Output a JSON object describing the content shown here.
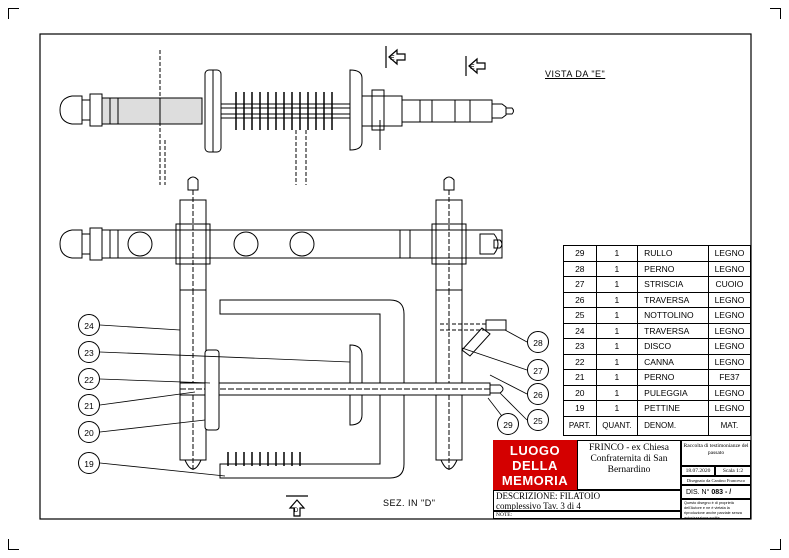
{
  "views": {
    "top_label": "VISTA DA \"E\"",
    "section_label": "SEZ. IN \"D\""
  },
  "callouts": [
    "24",
    "23",
    "22",
    "21",
    "20",
    "19",
    "28",
    "27",
    "26",
    "25",
    "29"
  ],
  "parts_table": {
    "rows": [
      {
        "part": "29",
        "qty": "1",
        "name": "RULLO",
        "material": "LEGNO"
      },
      {
        "part": "28",
        "qty": "1",
        "name": "PERNO",
        "material": "LEGNO"
      },
      {
        "part": "27",
        "qty": "1",
        "name": "STRISCIA",
        "material": "CUOIO"
      },
      {
        "part": "26",
        "qty": "1",
        "name": "TRAVERSA",
        "material": "LEGNO"
      },
      {
        "part": "25",
        "qty": "1",
        "name": "NOTTOLINO",
        "material": "LEGNO"
      },
      {
        "part": "24",
        "qty": "1",
        "name": "TRAVERSA",
        "material": "LEGNO"
      },
      {
        "part": "23",
        "qty": "1",
        "name": "DISCO",
        "material": "LEGNO"
      },
      {
        "part": "22",
        "qty": "1",
        "name": "CANNA",
        "material": "LEGNO"
      },
      {
        "part": "21",
        "qty": "1",
        "name": "PERNO",
        "material": "FE37"
      },
      {
        "part": "20",
        "qty": "1",
        "name": "PULEGGIA",
        "material": "LEGNO"
      },
      {
        "part": "19",
        "qty": "1",
        "name": "PETTINE",
        "material": "LEGNO"
      }
    ],
    "header": {
      "part": "PART.",
      "qty": "QUANT.",
      "name": "DENOM.",
      "material": "MAT."
    }
  },
  "title_block": {
    "logo_lines": [
      "LUOGO",
      "DELLA",
      "MEMORIA"
    ],
    "location": "FRINCO - ex Chiesa Confraternita di San Bernardino",
    "collection": "Raccolta di testimonianze del passato",
    "date": "18.07.2020",
    "scale": "Scala 1:2",
    "author": "Disegnato da Cantino Francesco",
    "dis_no_label": "DIS. N°",
    "dis_no": "083 - /",
    "description": "DESCRIZIONE: FILATOIO",
    "description2": "complessivo  Tav. 3 di 4",
    "note_label": "NOTE:",
    "legal": "Questo disegno è di proprietà dell'Autore e ne è vietata la riproduzione anche parziale senza autorizzazione scritta."
  }
}
